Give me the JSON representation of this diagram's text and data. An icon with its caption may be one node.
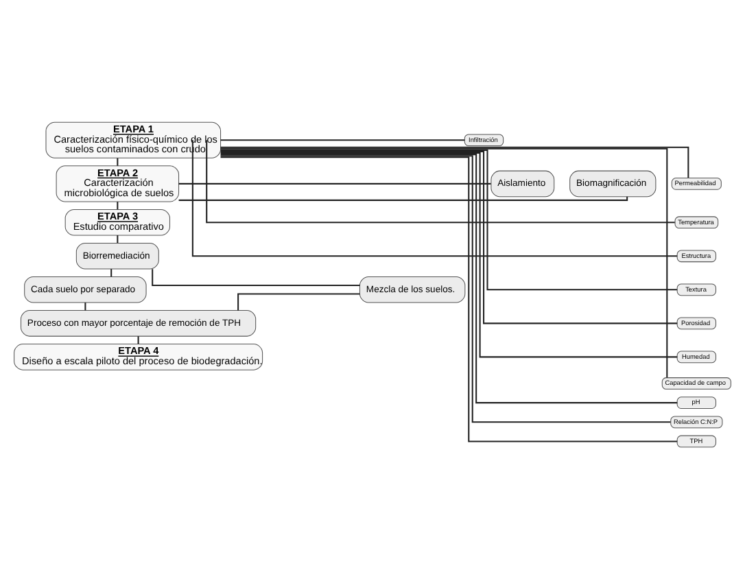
{
  "diagram": {
    "nodes": [
      {
        "text": [
          "ETAPA 1",
          "Caracterización físico-químico de los suelos contaminados con crudo"
        ]
      },
      {
        "text": [
          "Infiltración"
        ]
      },
      {
        "text": [
          "Permeabilidad"
        ]
      },
      {
        "text": [
          "Temperatura"
        ]
      },
      {
        "text": [
          "Estructura"
        ]
      },
      {
        "text": [
          "Textura"
        ]
      },
      {
        "text": [
          "Porosidad"
        ]
      },
      {
        "text": [
          "Humedad"
        ]
      },
      {
        "text": [
          "Capacidad de campo"
        ]
      },
      {
        "text": [
          "pH"
        ]
      },
      {
        "text": [
          "Relación C:N:P"
        ]
      },
      {
        "text": [
          "TPH"
        ]
      },
      {
        "text": [
          "Aislamiento"
        ]
      },
      {
        "text": [
          "Biomagnificación"
        ]
      },
      {
        "text": [
          "ETAPA 2",
          "Caracterización microbiológica de suelos"
        ]
      },
      {
        "text": [
          "ETAPA 3",
          "Estudio comparativo"
        ]
      },
      {
        "text": [
          "Biorremediación"
        ]
      },
      {
        "text": [
          "Cada suelo por separado"
        ]
      },
      {
        "text": [
          "Mezcla de los suelos."
        ]
      },
      {
        "text": [
          "Proceso con mayor porcentaje de remoción de TPH"
        ]
      },
      {
        "text": [
          "ETAPA 4",
          "Diseño a escala piloto del proceso de biodegradación."
        ]
      }
    ],
    "edges": [
      {
        "from": 0,
        "to": 1,
        "arrow": "none"
      },
      {
        "from": 0,
        "to": 2,
        "arrow": "none"
      },
      {
        "from": 0,
        "to": 3,
        "arrow": "none"
      },
      {
        "from": 0,
        "to": 4,
        "arrow": "none"
      },
      {
        "from": 0,
        "to": 5,
        "arrow": "none"
      },
      {
        "from": 0,
        "to": 6,
        "arrow": "none"
      },
      {
        "from": 0,
        "to": 7,
        "arrow": "none"
      },
      {
        "from": 0,
        "to": 8,
        "arrow": "none"
      },
      {
        "from": 0,
        "to": 9,
        "arrow": "none"
      },
      {
        "from": 0,
        "to": 10,
        "arrow": "none"
      },
      {
        "from": 0,
        "to": 11,
        "arrow": "none"
      },
      {
        "from": 0,
        "to": 14,
        "arrow": "none"
      },
      {
        "from": 12,
        "to": 14,
        "arrow": "none"
      },
      {
        "from": 13,
        "to": 14,
        "arrow": "none"
      },
      {
        "from": 14,
        "to": 15,
        "arrow": "none"
      },
      {
        "from": 15,
        "to": 16,
        "arrow": "none"
      },
      {
        "from": 16,
        "to": 17,
        "arrow": "none"
      },
      {
        "from": 16,
        "to": 18,
        "arrow": "none"
      },
      {
        "from": 17,
        "to": 19,
        "arrow": "none"
      },
      {
        "from": 18,
        "to": 19,
        "arrow": "none"
      },
      {
        "from": 19,
        "to": 20,
        "arrow": "none"
      }
    ]
  }
}
